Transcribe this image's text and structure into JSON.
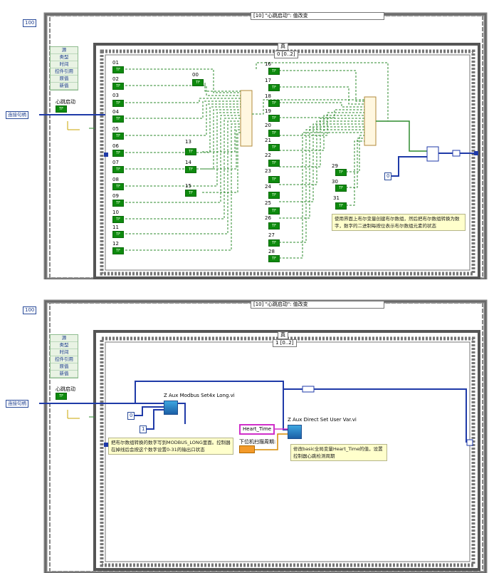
{
  "panel1": {
    "loop_count": "100",
    "event_case_title": "[10] \"心跳启动\": 值改变",
    "case_structure_label": "真",
    "sequence_label": "0 [0..2]",
    "connection_label": "连接句柄",
    "event_items": [
      "源",
      "类型",
      "时间",
      "控件引用",
      "原值",
      "新值"
    ],
    "heartbeat_label": "心跳启动",
    "bool_labels_left": [
      "01",
      "02",
      "03",
      "04",
      "05",
      "06",
      "07",
      "08",
      "09",
      "10",
      "11",
      "12"
    ],
    "bool_labels_mid": [
      "00",
      "13",
      "14",
      "15"
    ],
    "bool_labels_right": [
      "16",
      "17",
      "18",
      "19",
      "20",
      "21",
      "22",
      "23",
      "24",
      "25",
      "26",
      "27",
      "28"
    ],
    "bool_labels_far": [
      "29",
      "30",
      "31"
    ],
    "tf_text": "TF",
    "const_zero": "0",
    "comment": "使用界面上布尔变量创建布尔数组，然后把布尔数组转换为数字，数字的二进制每按位表示布尔数组元素的状态"
  },
  "panel2": {
    "loop_count": "100",
    "event_case_title": "[10] \"心跳启动\": 值改变",
    "case_structure_label": "真",
    "sequence_label": "1 [0..2]",
    "connection_label": "连接句柄",
    "event_items": [
      "源",
      "类型",
      "时间",
      "控件引用",
      "原值",
      "新值"
    ],
    "heartbeat_label": "心跳启动",
    "tf_text": "TF",
    "vi_modbus": "Z Aux Modbus Set4x Long.vi",
    "vi_direct": "Z Aux Direct Set User Var.vi",
    "const_zero": "0",
    "const_one": "1",
    "heart_time_tag": "Heart_Time",
    "period_label": "下位机扫描周期:",
    "comment_left": "把布尔数组转换的数字写到MODBUS_LONG里面。控制器在掉线后会按这个数字设置0-31的输出口状态",
    "comment_right": "修改basic全局变量Heart_Time的值，设置控制器心跳检测周期"
  }
}
